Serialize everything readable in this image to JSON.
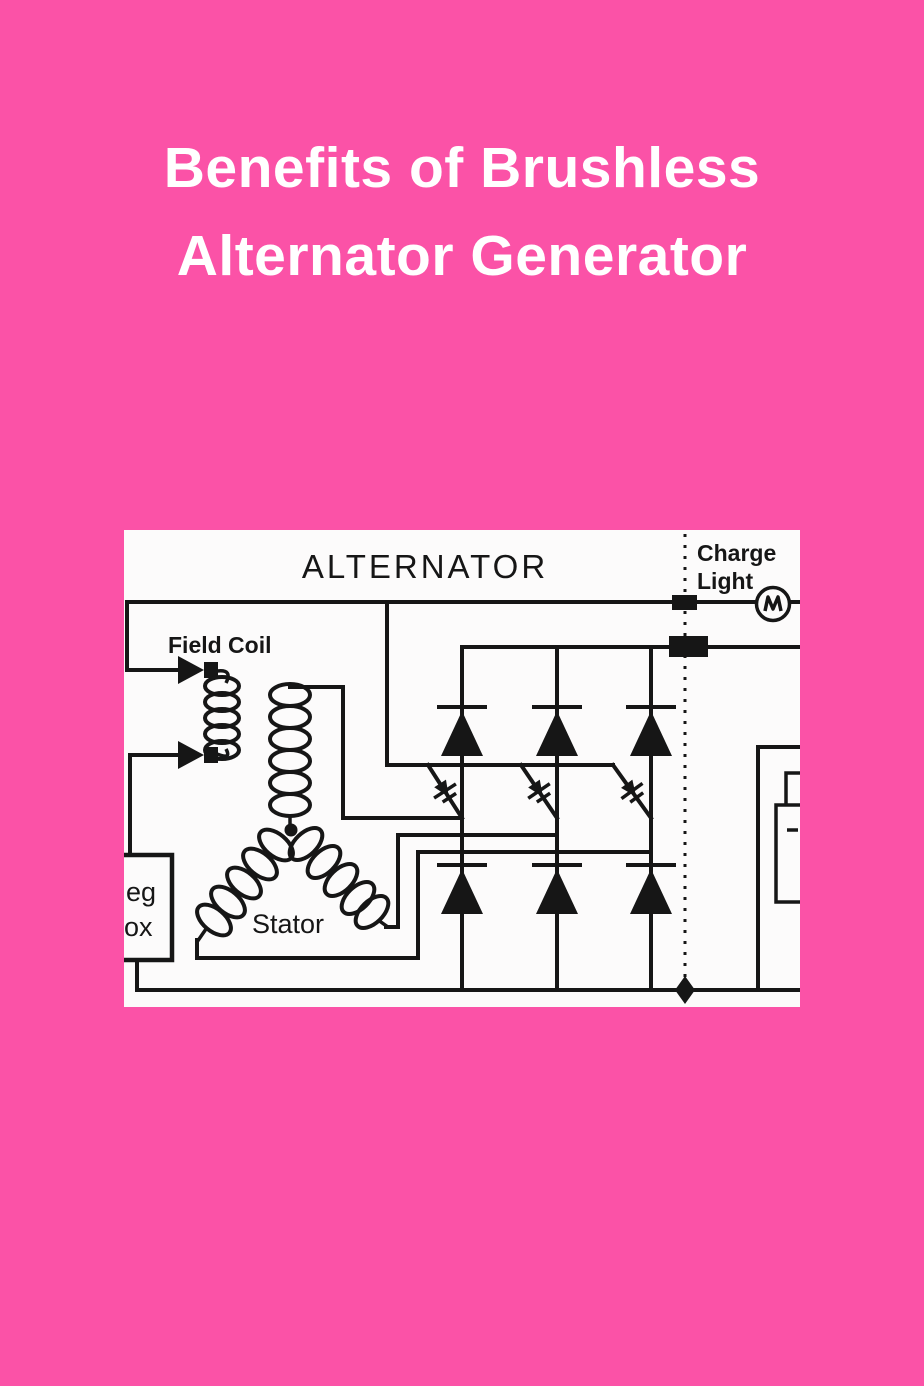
{
  "page": {
    "background_color": "#fb52a7",
    "title": {
      "line1": "Benefits of Brushless",
      "line2": "Alternator Generator",
      "color": "#ffffff"
    }
  },
  "diagram": {
    "type": "circuit-schematic",
    "subject": "brushless alternator internal wiring",
    "background_color": "#fcfbfb",
    "ink_color": "#161616",
    "title": "ALTERNATOR",
    "labels": {
      "charge_light_line1": "Charge",
      "charge_light_line2": "Light",
      "field_coil": "Field Coil",
      "stator": "Stator",
      "regulator_partial_line1": "eg",
      "regulator_partial_line2": "ox"
    },
    "components": {
      "rectifier_top_diodes": 3,
      "rectifier_bottom_diodes": 3,
      "diode_trio": 3,
      "stator_phase_coils": 3,
      "field_coil": 1,
      "charge_lamp": 1,
      "battery_partial": 1,
      "connector_blocks": 2
    }
  }
}
